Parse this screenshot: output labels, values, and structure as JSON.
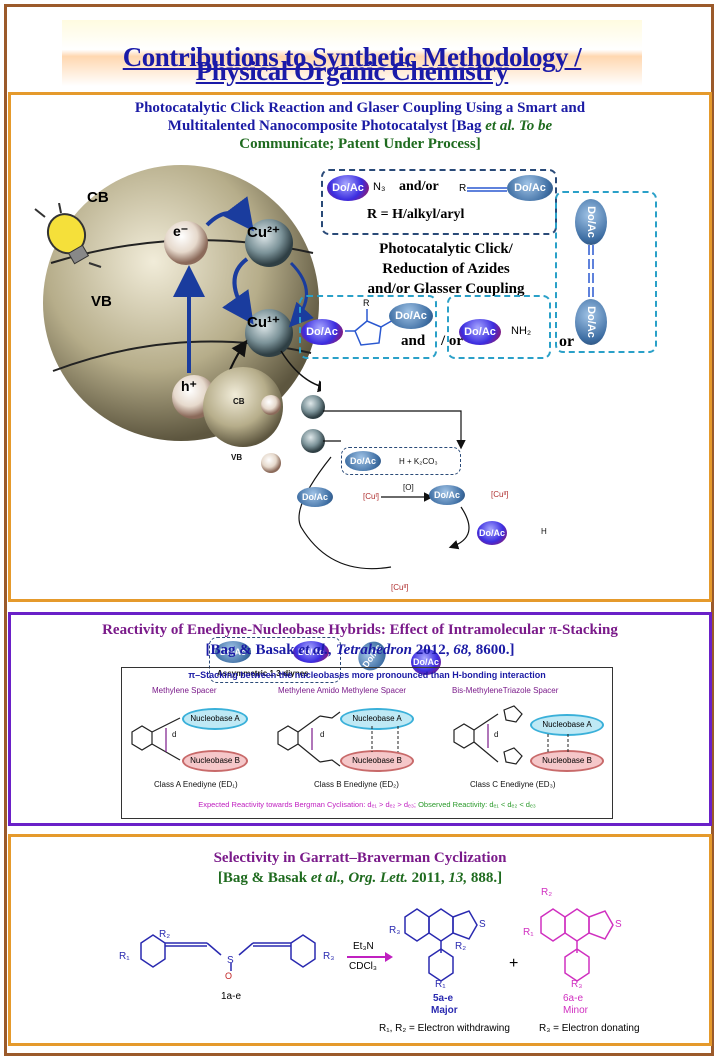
{
  "header": {
    "line1": "Contributions to Synthetic Methodology /",
    "line2": "Physical Organic Chemistry"
  },
  "panel1": {
    "title_line1": "Photocatalytic Click Reaction and Glaser Coupling Using a Smart and",
    "title_line2_a": "Multitalented Nanocomposite Photocatalyst ",
    "title_line2_b": "[Bag ",
    "title_line2_c": "et al. To be",
    "title_line3": "Communicate; Patent Under Process]",
    "cb": "CB",
    "vb": "VB",
    "electron": "e⁻",
    "hole": "h⁺",
    "cu2": "Cu²⁺",
    "cu1": "Cu¹⁺",
    "do_ac": "Do/Ac",
    "azide": "N₃",
    "and_or": "and/or",
    "r_def": "R = H/alkyl/aryl",
    "rxn_line1": "Photocatalytic Click/",
    "rxn_line2": "Reduction of Azides",
    "rxn_line3": "and/or Glasser Coupling",
    "prod_and": "and",
    "prod_or": "/ or",
    "prod_or2": "or",
    "nh2": "NH₂",
    "r_label": "R",
    "k2co3": "H + K₂CO₃",
    "cu_i": "[Cuᴵ]",
    "cu_ii": "[Cuᴵᴵ]",
    "ox": "[O]",
    "h_label": "H",
    "diyne_label": "Assymmetric 1,3-diynes"
  },
  "panel2": {
    "title_line1": "Reactivity of Enediyne-Nucleobase  Hybrids: Effect of Intramolecular  π-Stacking",
    "cite_a": "[Bag  &  Basak ",
    "cite_b": "et al., Tetrahedron",
    "cite_c": " 2012, ",
    "cite_d": "68,",
    "cite_e": " 8600.]",
    "box_header": "π–Stacking between the nucleobases more pronounced than H-bonding interaction",
    "spacers": [
      "Methylene Spacer",
      "Methylene Amido Methylene Spacer",
      "Bis-MethyleneTriazole Spacer"
    ],
    "nucleobase_a": "Nucleobase A",
    "nucleobase_b": "Nucleobase B",
    "d": "d",
    "classes": [
      "Class A Enediyne (ED₁)",
      "Class B Enediyne (ED₂)",
      "Class C Enediyne (ED₃)"
    ],
    "expected": "Expected Reactivity towards Bergman Cyclisation: dₑ₁ > dₑ₂ > dₑ₃;",
    "observed": " Observed Reactivity: dₑ₁ < dₑ₂ < dₑ₃"
  },
  "panel3": {
    "title_line1": "Selectivity in Garratt–Braverman Cyclization",
    "cite_a": "[Bag  &  Basak ",
    "cite_b": "et al.,  Org. Lett.",
    "cite_c": " 2011, ",
    "cite_d": "13,",
    "cite_e": " 888.]",
    "reagent_top": "Et₃N",
    "reagent_bottom": "CDCl₃",
    "sm_label": "1a-e",
    "r1": "R₁",
    "r2": "R₂",
    "r3": "R₃",
    "s": "S",
    "o": "O",
    "major_id": "5a-e",
    "major": "Major",
    "minor_id": "6a-e",
    "minor": "Minor",
    "plus": "+",
    "note_a": "R₁, R₂ = Electron withdrawing",
    "note_b": "R₃ = Electron donating"
  }
}
